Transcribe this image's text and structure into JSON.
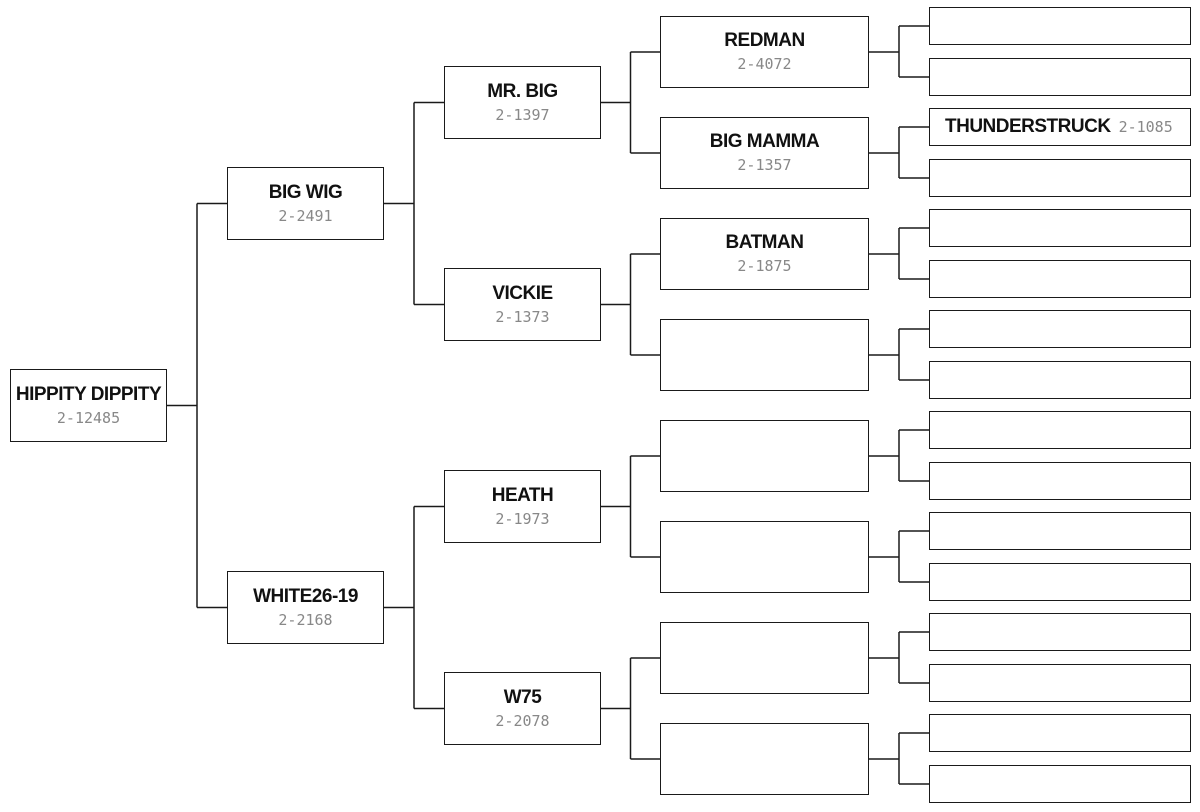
{
  "nodes": {
    "g0": {
      "name": "HIPPITY DIPPITY",
      "reg": "2-12485"
    },
    "g1a": {
      "name": "BIG WIG",
      "reg": "2-2491"
    },
    "g1b": {
      "name": "WHITE26-19",
      "reg": "2-2168"
    },
    "g2a": {
      "name": "MR. BIG",
      "reg": "2-1397"
    },
    "g2b": {
      "name": "VICKIE",
      "reg": "2-1373"
    },
    "g2c": {
      "name": "HEATH",
      "reg": "2-1973"
    },
    "g2d": {
      "name": "W75",
      "reg": "2-2078"
    },
    "g3a": {
      "name": "REDMAN",
      "reg": "2-4072"
    },
    "g3b": {
      "name": "BIG MAMMA",
      "reg": "2-1357"
    },
    "g3c": {
      "name": "BATMAN",
      "reg": "2-1875"
    },
    "g4c": {
      "name": "THUNDERSTRUCK",
      "reg": "2-1085"
    }
  }
}
